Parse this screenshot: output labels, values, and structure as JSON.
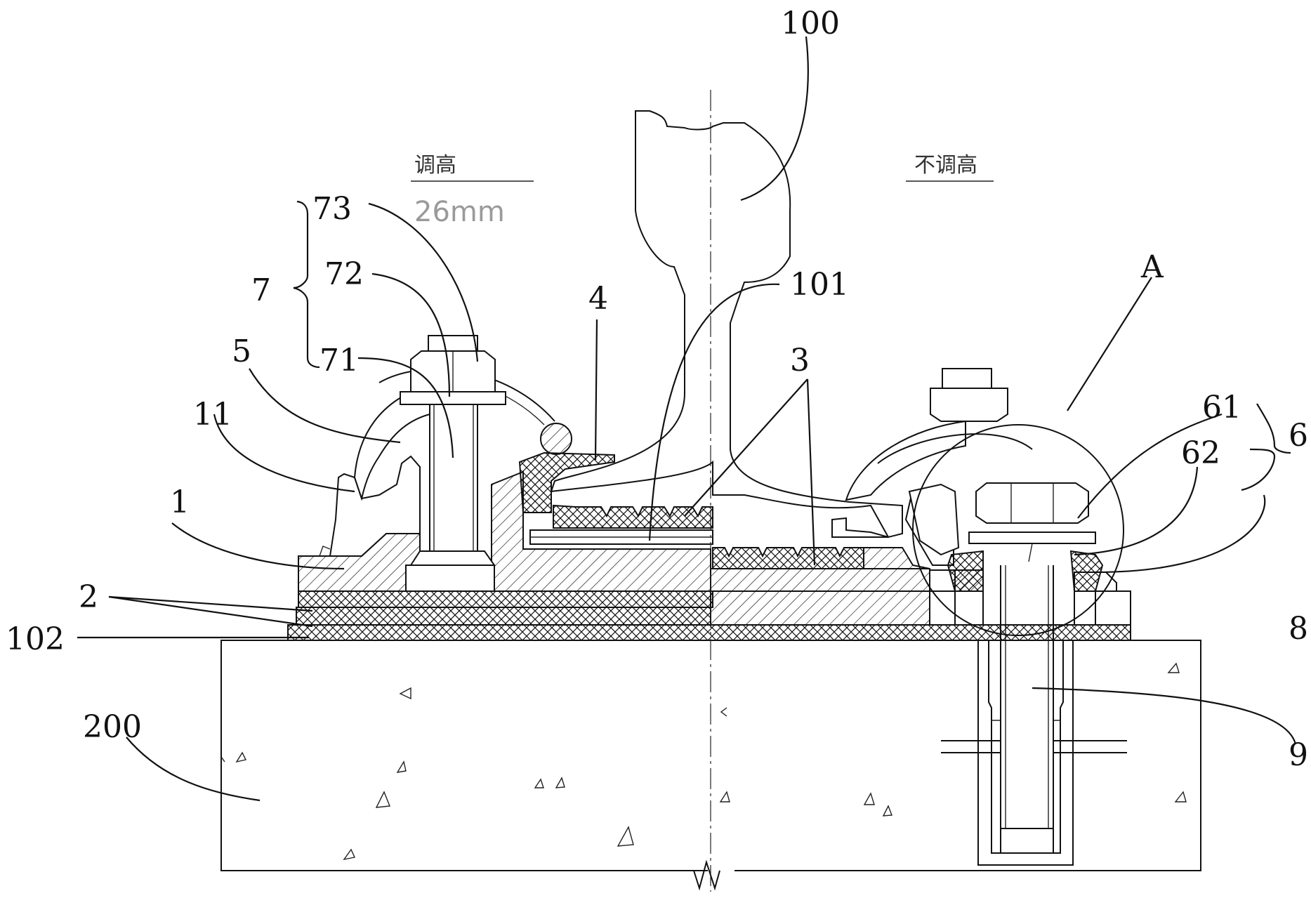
{
  "annotations": {
    "adjust_note": "调高",
    "adjust_value": "26mm",
    "no_adjust_note": "不调高"
  },
  "labels": {
    "l100": "100",
    "l101": "101",
    "l102": "102",
    "l200": "200",
    "l1": "1",
    "l2": "2",
    "l3": "3",
    "l4": "4",
    "l5": "5",
    "l6": "6",
    "l61": "61",
    "l62": "62",
    "l7": "7",
    "l71": "71",
    "l72": "72",
    "l73": "73",
    "l8": "8",
    "l9": "9",
    "l11": "11",
    "lA": "A"
  },
  "colors": {
    "line": "#111111",
    "dimension_text": "#9a9a9a",
    "background": "#ffffff"
  }
}
